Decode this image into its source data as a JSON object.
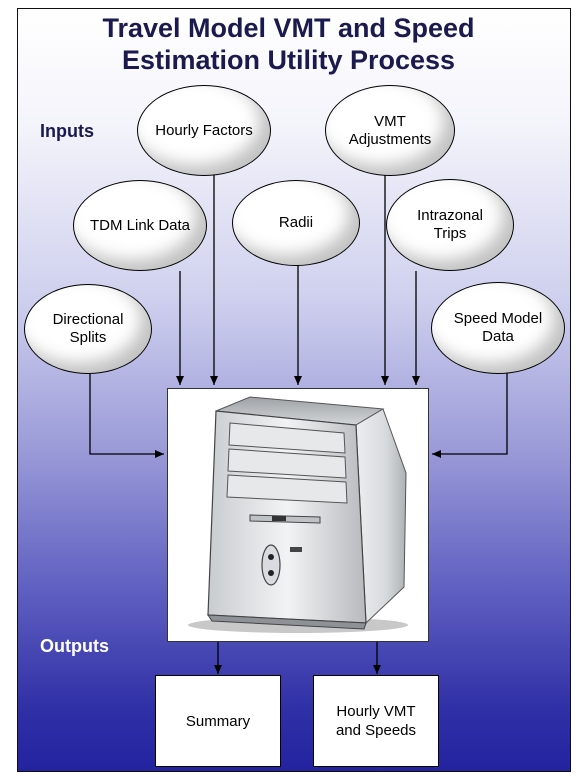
{
  "title": {
    "line1": "Travel Model VMT and Speed",
    "line2": "Estimation Utility Process"
  },
  "section_labels": {
    "inputs": "Inputs",
    "outputs": "Outputs"
  },
  "inputs": [
    {
      "id": "hourly-factors",
      "label": "Hourly Factors"
    },
    {
      "id": "vmt-adjustments",
      "label": "VMT\nAdjustments"
    },
    {
      "id": "tdm-link-data",
      "label": "TDM Link Data"
    },
    {
      "id": "radii",
      "label": "Radii"
    },
    {
      "id": "intrazonal-trips",
      "label": "Intrazonal\nTrips"
    },
    {
      "id": "directional-splits",
      "label": "Directional\nSplits"
    },
    {
      "id": "speed-model-data",
      "label": "Speed Model\nData"
    }
  ],
  "process": {
    "icon": "computer-tower-icon"
  },
  "outputs": [
    {
      "id": "summary",
      "label": "Summary"
    },
    {
      "id": "hourly-vmt-speeds",
      "label": "Hourly VMT\nand Speeds"
    }
  ],
  "colors": {
    "title_text": "#1a1a4e",
    "gradient_top": "#ffffff",
    "gradient_bottom": "#2323a0",
    "outputs_label": "#ffffff",
    "connector": "#000000"
  }
}
